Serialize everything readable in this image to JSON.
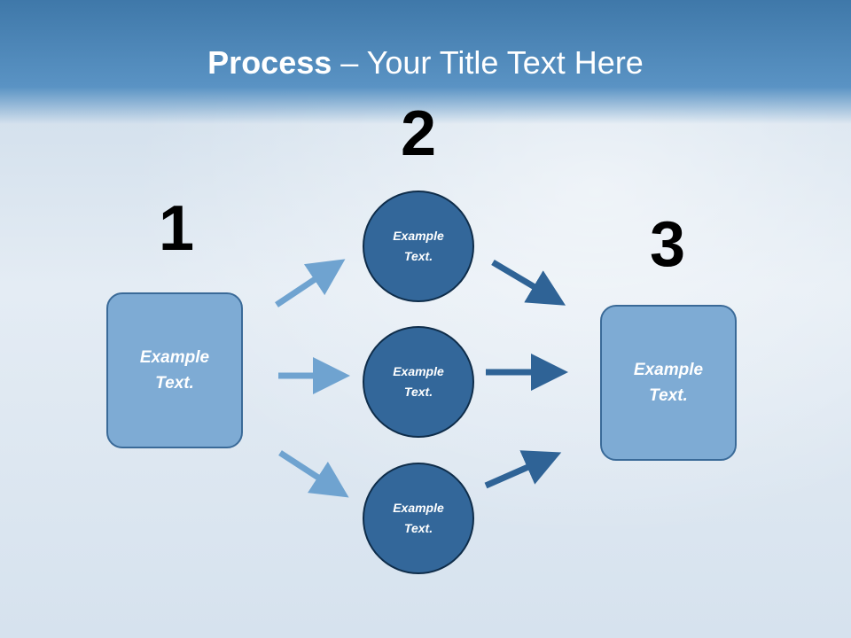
{
  "title": {
    "bold": "Process",
    "rest": " – Your Title Text Here"
  },
  "steps": [
    {
      "number": "1",
      "text_line1": "Example",
      "text_line2": "Text."
    },
    {
      "number": "2",
      "text_line1": "Example",
      "text_line2": "Text."
    },
    {
      "number": "3",
      "text_line1": "Example",
      "text_line2": "Text."
    }
  ],
  "circles": [
    {
      "text_line1": "Example",
      "text_line2": "Text."
    },
    {
      "text_line1": "Example",
      "text_line2": "Text."
    },
    {
      "text_line1": "Example",
      "text_line2": "Text."
    }
  ],
  "colors": {
    "light_arrow": "#6fa3d0",
    "dark_arrow": "#2f6396",
    "box_fill": "#7eabd4",
    "circle_fill": "#33679a"
  }
}
